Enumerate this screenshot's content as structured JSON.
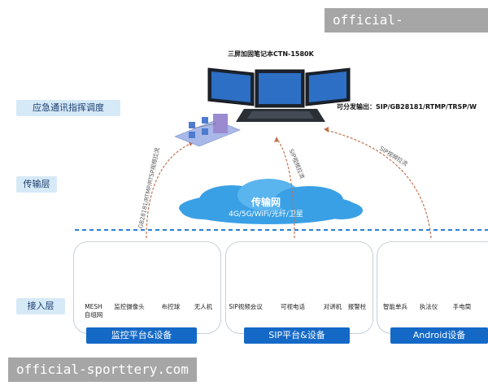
{
  "watermark_top": "official-sportterey.com",
  "watermark_bottom": "official-sporttery.com",
  "layers": {
    "command": "应急通讯指挥调度",
    "transport": "传输层",
    "access": "接入层"
  },
  "laptop_title": "三屏加固笔记本CTN-1580K",
  "output_label": "可分发输出：SIP/GB28181/RTMP/TRSP/W",
  "network": {
    "title": "传输网",
    "subtitle": "4G/5G/WiFi/光纤/卫星"
  },
  "arrows": {
    "left": "GB28181/RTMP/RTSP视频拉流",
    "middle": "SIP视频拉流",
    "right": "SIP视频拉流"
  },
  "groups": [
    {
      "label": "监控平台&设备",
      "devices": [
        "MESH\n自组网",
        "监控摄像头",
        "布控球",
        "无人机"
      ]
    },
    {
      "label": "SIP平台&设备",
      "devices": [
        "SIP视频会议",
        "可视电话",
        "对讲机",
        "报警柱"
      ]
    },
    {
      "label": "Android设备",
      "devices": [
        "智能单兵",
        "执法仪",
        "手电筒"
      ]
    }
  ],
  "colors": {
    "accent": "#1469c7",
    "arrow": "#c0704a",
    "cloud": "#3aa0e6",
    "dashed": "#2a7fd4"
  }
}
